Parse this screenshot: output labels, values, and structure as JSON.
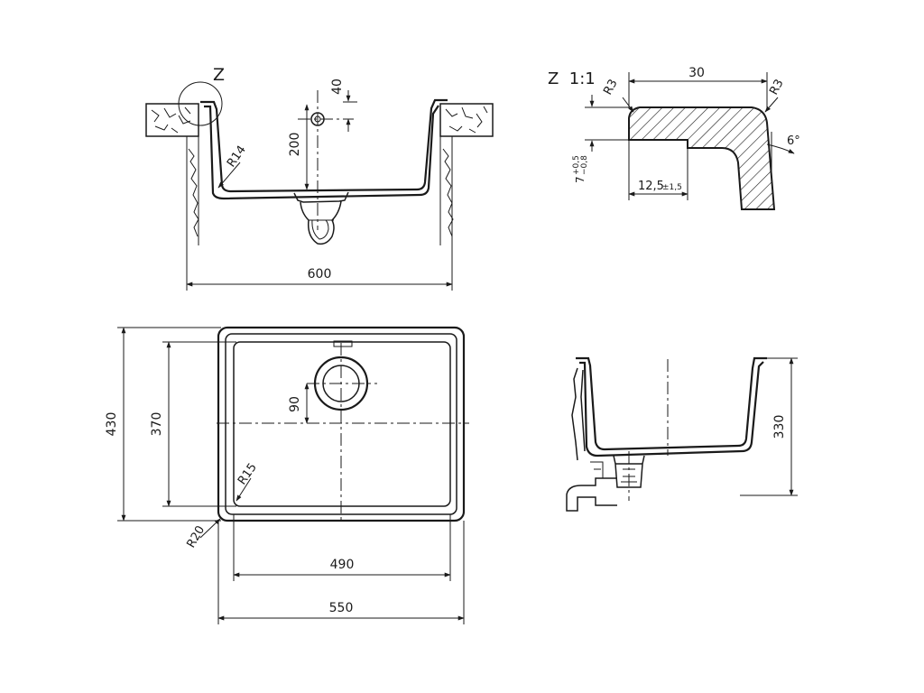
{
  "detail_view": {
    "marker": "Z",
    "title": "Z  1:1",
    "dim_lip_width": "30",
    "dim_radius_left": "R3",
    "dim_radius_right": "R3",
    "dim_angle": "6°",
    "dim_height": "7",
    "dim_height_tol_upper": "+0,5",
    "dim_height_tol_lower": "−0,8",
    "dim_step": "12,5",
    "dim_step_tol": "±1,5"
  },
  "front_section": {
    "dim_overflow": "40",
    "dim_depth": "200",
    "dim_radius": "R14",
    "dim_cutout_width": "600"
  },
  "plan_view": {
    "dim_outer_height": "430",
    "dim_inner_height": "370",
    "dim_drain_offset": "90",
    "dim_inner_radius": "R15",
    "dim_outer_radius": "R20",
    "dim_inner_width": "490",
    "dim_outer_width": "550"
  },
  "side_section": {
    "dim_height": "330"
  }
}
